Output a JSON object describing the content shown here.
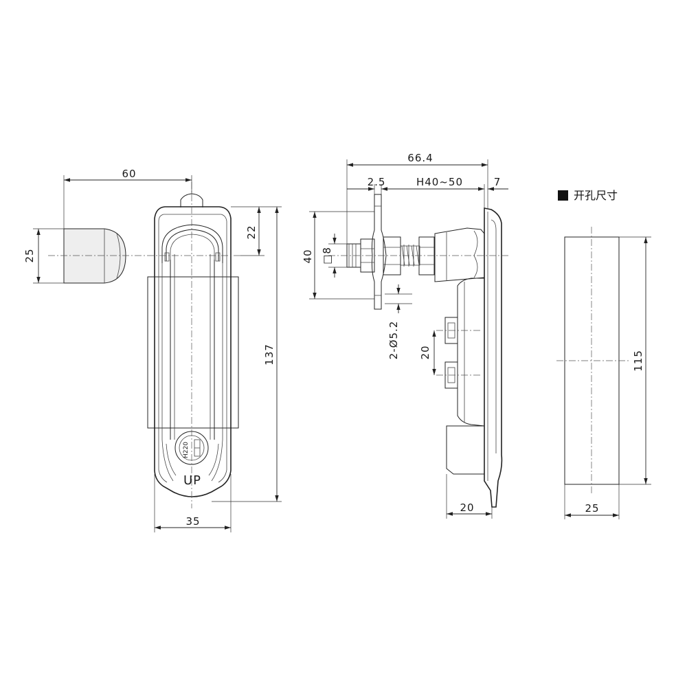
{
  "front_view": {
    "dim_width_60": "60",
    "dim_handle_height_25": "25",
    "dim_offset_22": "22",
    "dim_total_height_137": "137",
    "dim_body_width_35": "35",
    "handle_marking": "UP",
    "key_marking": "H220"
  },
  "side_view": {
    "dim_total_length": "66.4",
    "dim_cam_thickness": "2.5",
    "dim_door_range": "H40~50",
    "dim_plate_offset": "7",
    "dim_cam_height": "40",
    "dim_square_shaft": "□8",
    "dim_mount_holes": "2-Ø5.2",
    "dim_hole_spacing": "20",
    "dim_base_depth": "20"
  },
  "cutout_view": {
    "title": "开孔尺寸",
    "dim_height": "115",
    "dim_width": "25"
  }
}
